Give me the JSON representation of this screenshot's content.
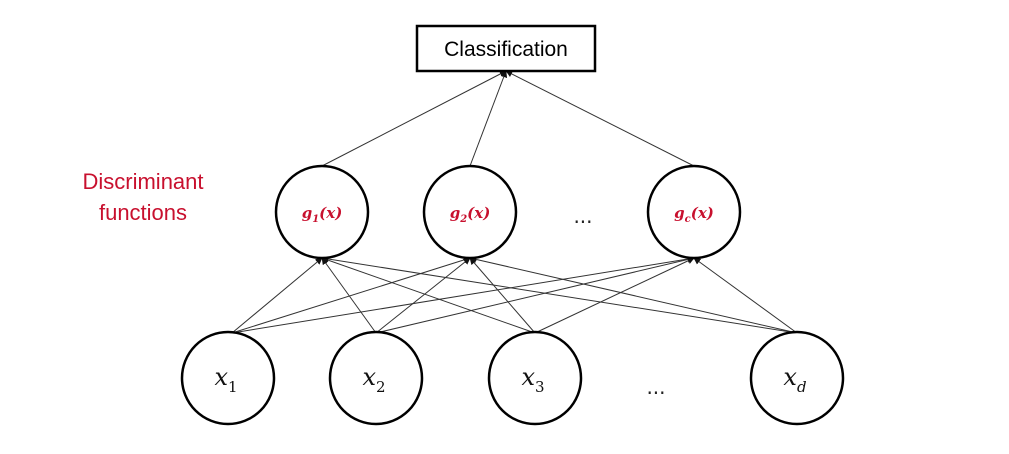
{
  "output_node": {
    "label": "Classification"
  },
  "side_label": {
    "line1": "Discriminant",
    "line2": "functions"
  },
  "discriminants": [
    {
      "name": "g",
      "sub": "1",
      "arg": "(x)"
    },
    {
      "name": "g",
      "sub": "2",
      "arg": "(x)"
    },
    {
      "name": "g",
      "sub": "c",
      "arg": "(x)"
    }
  ],
  "inputs": [
    {
      "name": "x",
      "sub": "1"
    },
    {
      "name": "x",
      "sub": "2"
    },
    {
      "name": "x",
      "sub": "3"
    },
    {
      "name": "x",
      "sub": "d"
    }
  ],
  "ellipsis": "...",
  "colors": {
    "accent": "#c8102e",
    "stroke": "#000000",
    "edge": "#333333"
  }
}
